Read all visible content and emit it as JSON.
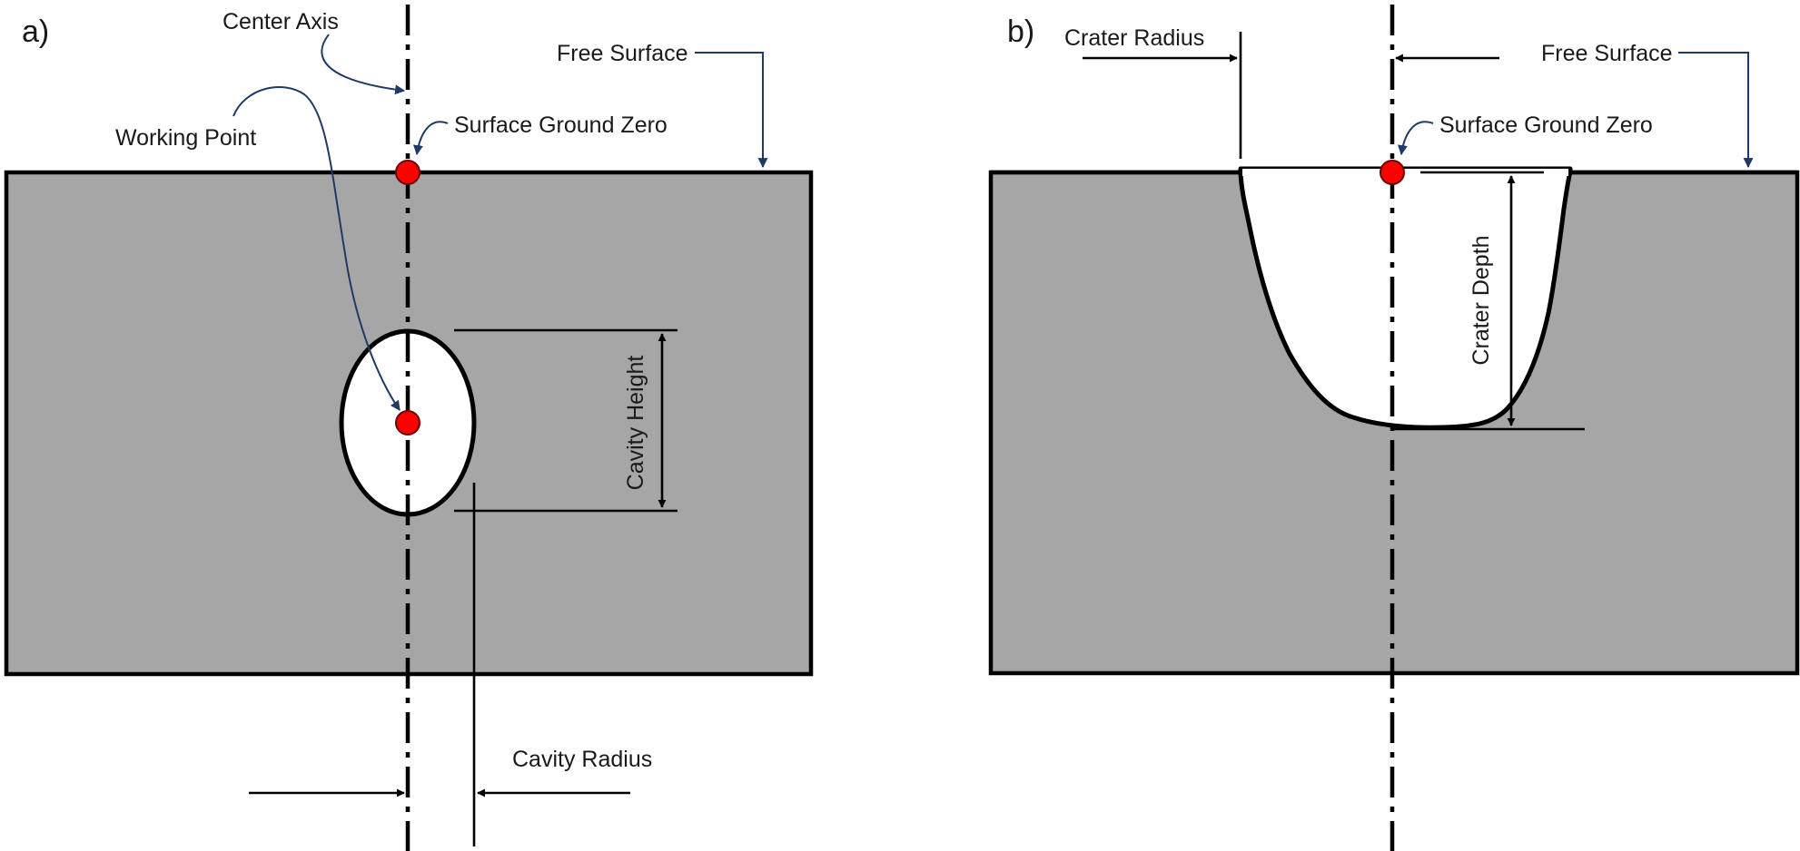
{
  "panel_a": {
    "panel_label": "a)",
    "center_axis_label": "Center Axis",
    "free_surface_label": "Free Surface",
    "surface_ground_zero_label": "Surface Ground Zero",
    "working_point_label": "Working Point",
    "cavity_height_label": "Cavity Height",
    "cavity_radius_label": "Cavity Radius"
  },
  "panel_b": {
    "panel_label": "b)",
    "crater_radius_label": "Crater Radius",
    "free_surface_label": "Free Surface",
    "surface_ground_zero_label": "Surface Ground Zero",
    "crater_depth_label": "Crater Depth"
  },
  "colors": {
    "ground": "#a6a6a6",
    "outline": "#000000",
    "point": "#ff0000",
    "callout": "#1f3b63"
  },
  "icons": {
    "point_marker": "red-circle",
    "arrowhead": "filled-triangle"
  }
}
